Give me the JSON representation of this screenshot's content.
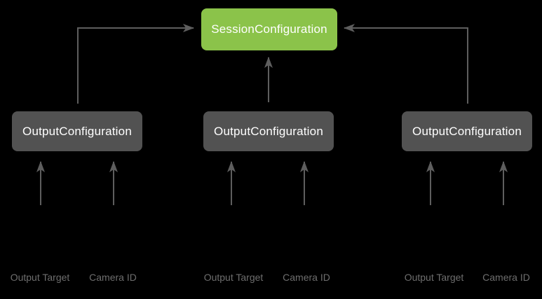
{
  "colors": {
    "background": "#000000",
    "session_box_fill": "#8bc34a",
    "output_box_fill": "#525252",
    "node_text": "#ffffff",
    "arrow": "#5e5e5e",
    "io_label_text": "#6e6e6e"
  },
  "diagram": {
    "session": {
      "label": "SessionConfiguration"
    },
    "outputs": [
      {
        "label": "OutputConfiguration",
        "inputs": [
          {
            "label": "Output Target"
          },
          {
            "label": "Camera ID"
          }
        ]
      },
      {
        "label": "OutputConfiguration",
        "inputs": [
          {
            "label": "Output Target"
          },
          {
            "label": "Camera ID"
          }
        ]
      },
      {
        "label": "OutputConfiguration",
        "inputs": [
          {
            "label": "Output Target"
          },
          {
            "label": "Camera ID"
          }
        ]
      }
    ]
  }
}
